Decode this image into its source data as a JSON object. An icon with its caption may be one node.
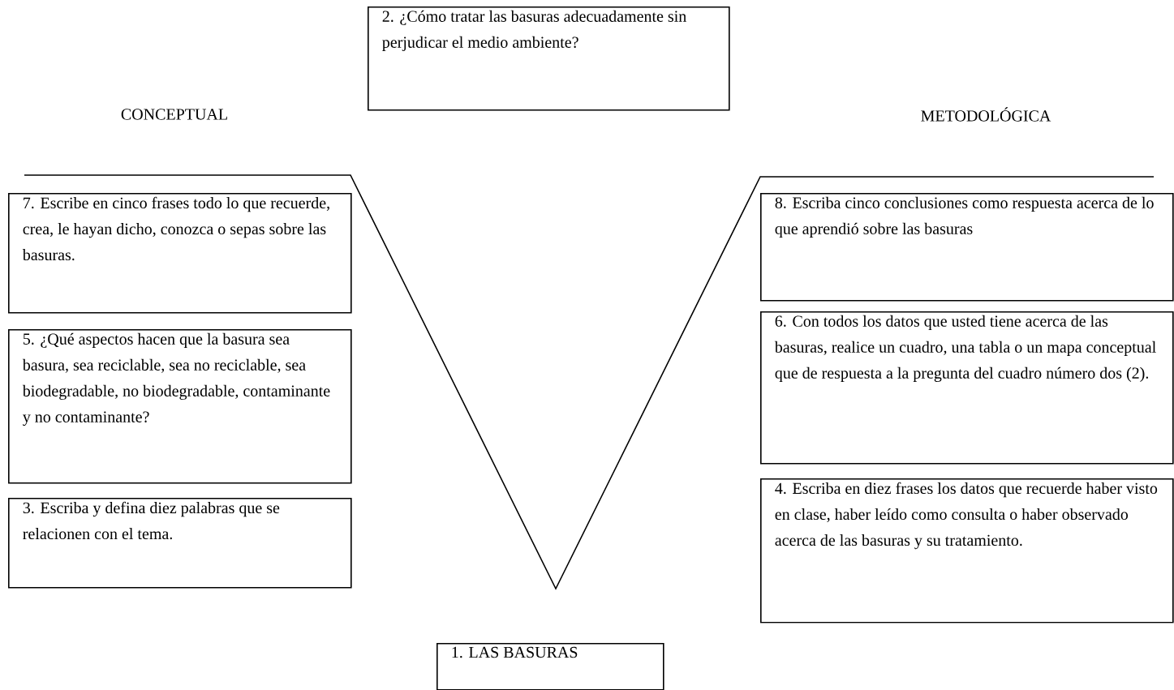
{
  "diagram": {
    "nodes": [
      {
        "text": [
          "2. ¿Cómo tratar las basuras adecuadamente sin perjudicar el medio ambiente?"
        ]
      },
      {
        "text": [
          "7. Escribe en cinco frases todo lo que recuerde,  crea,  le hayan dicho, conozca o sepas sobre las basuras."
        ]
      },
      {
        "text": [
          "5. ¿Qué aspectos hacen que la basura sea basura, sea reciclable, sea no reciclable, sea biodegradable, no biodegradable, contaminante y no contaminante?"
        ]
      },
      {
        "text": [
          "3.  Escriba y defina  diez palabras que se relacionen con el tema."
        ]
      },
      {
        "text": [
          "8. Escriba cinco conclusiones como respuesta acerca de lo que aprendió sobre las basuras"
        ]
      },
      {
        "text": [
          "6. Con todos los datos que usted tiene acerca de las basuras, realice un cuadro, una tabla o un mapa conceptual que de respuesta a la pregunta del cuadro número dos (2)."
        ]
      },
      {
        "text": [
          "4. Escriba en diez frases los datos que recuerde haber visto en clase, haber leído como consulta o haber observado acerca de las basuras y su tratamiento."
        ]
      },
      {
        "text": [
          "1.  LAS BASURAS"
        ]
      }
    ],
    "labels": [
      "CONCEPTUAL",
      "METODOLÓGICA"
    ]
  }
}
